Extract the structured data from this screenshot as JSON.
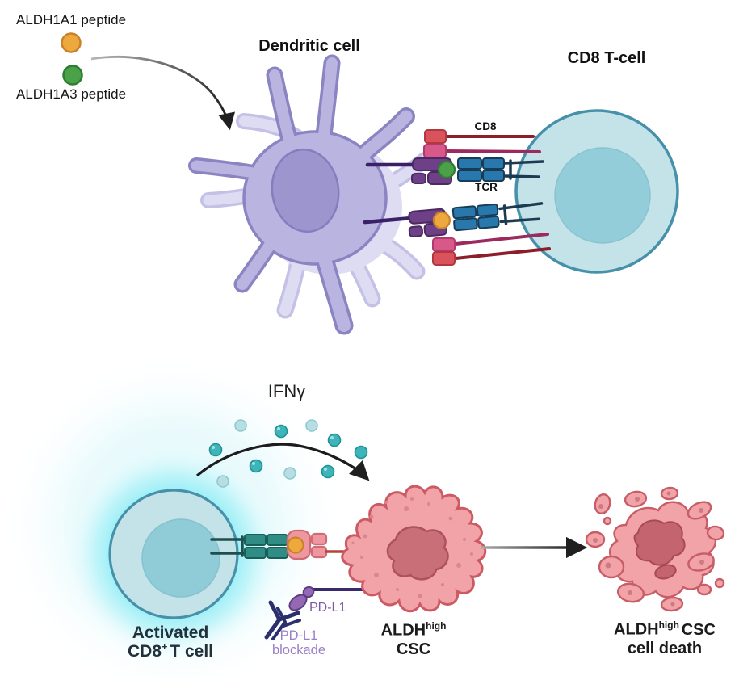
{
  "figure": {
    "legend": {
      "items": [
        {
          "label": "ALDH1A1 peptide",
          "color": "#eda93e"
        },
        {
          "label": "ALDH1A3 peptide",
          "color": "#4aa147"
        }
      ]
    },
    "top_panel": {
      "dendritic_cell_label": "Dendritic cell",
      "cd8_tcell_label": "CD8 T-cell",
      "cd8_label": "CD8",
      "tcr_label": "TCR"
    },
    "bottom_panel": {
      "ifng_label": "IFNγ",
      "activated_tcell": {
        "line1": "Activated",
        "base": "CD8",
        "sup": "+",
        "rest": "T cell"
      },
      "pdl1_label": "PD-L1",
      "pdl1_blockade": {
        "line1": "PD-L1",
        "line2": "blockade"
      },
      "csc_label": {
        "base": "ALDH",
        "sup": "high",
        "line2": "CSC"
      },
      "csc_death_label": {
        "base": "ALDH",
        "sup": "high",
        "rest": "CSC",
        "line2": "cell death"
      }
    }
  },
  "palette": {
    "background": "#ffffff",
    "text_dark": "#161616",
    "text_slate": "#21303a",
    "dendritic_fill": "#b9b5e0",
    "dendritic_border": "#8a84c2",
    "dendritic_ghost": "#dedcf3",
    "dendritic_nucleus": "#9d95cd",
    "tcell_fill": "#c3e3e9",
    "tcell_border": "#4790aa",
    "tcell_nucleus": "#93cdd9",
    "activation_glow": "#7de9f4",
    "mhc_purple": "#6e4087",
    "tcr_blue": "#2878ad",
    "tcr_teal": "#2f8d85",
    "cd8_red": "#d9525c",
    "cd8_pink": "#d8588a",
    "peptide_orange": "#eda93e",
    "peptide_green": "#4aa147",
    "ifn_dot_teal": "#3eb5b8",
    "csc_fill": "#f2a3a8",
    "csc_border": "#cb5a63",
    "csc_nucleus": "#c96f77",
    "pdl1_purple": "#9468b2",
    "antibody_navy": "#2b2f6e",
    "pdl1_text": "#7d58a8",
    "blockade_text": "#9b7ec6",
    "arrow_black": "#1f1f1f"
  }
}
